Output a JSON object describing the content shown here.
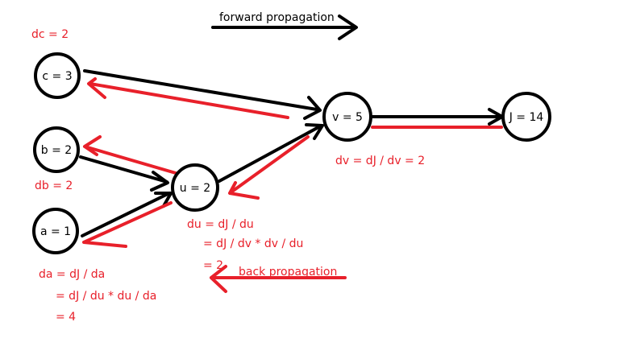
{
  "legend": {
    "forward_label": "forward propagation",
    "backward_label": "back propagation"
  },
  "nodes": {
    "c": "c = 3",
    "b": "b = 2",
    "a": "a = 1",
    "u": "u = 2",
    "v": "v = 5",
    "J": "J = 14"
  },
  "derivatives": {
    "dc": "dc = 2",
    "db": "db = 2",
    "dv": "dv = dJ / dv = 2",
    "du": [
      "du = dJ / du",
      "= dJ / dv * dv / du",
      "= 2"
    ],
    "da": [
      "da = dJ / da",
      "= dJ / du * du / da",
      "= 4"
    ]
  },
  "colors": {
    "forward": "#000000",
    "backward": "#e8202a"
  }
}
